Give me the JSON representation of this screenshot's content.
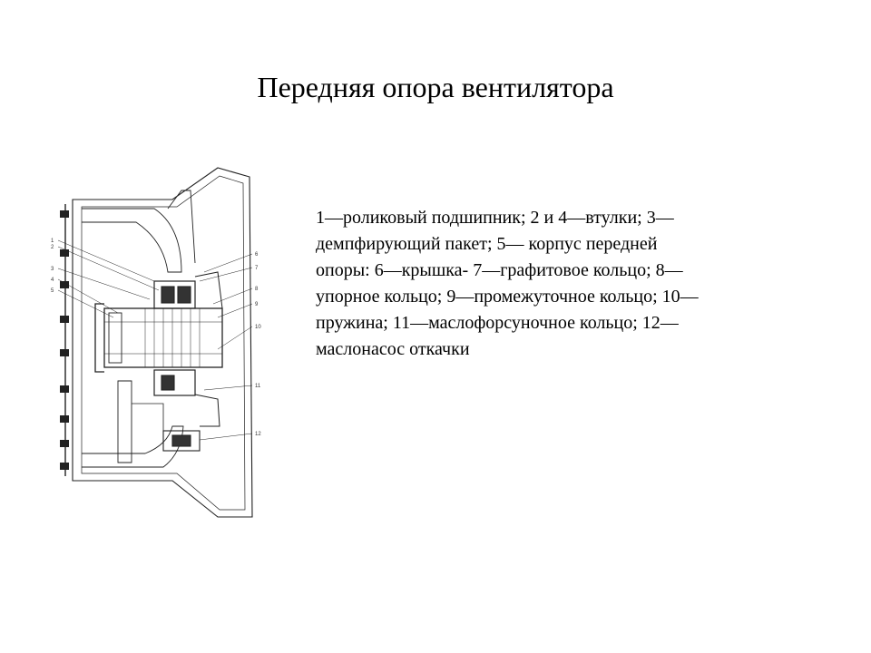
{
  "slide": {
    "title": "Передняя опора вентилятора",
    "legend_lines": [
      "1—роликовый подшипник; 2 и 4—втулки; 3—",
      "демпфирующий пакет; 5— корпус передней",
      "опоры: 6—крышка- 7—графитовое кольцо; 8—",
      "упорное кольцо; 9—промежуточное кольцо; 10—",
      "пружина; 11—маслофорсуночное кольцо; 12—",
      "маслонасос откачки"
    ]
  },
  "drawing": {
    "callout_numbers": [
      "1",
      "2",
      "3",
      "4",
      "5",
      "6",
      "7",
      "8",
      "9",
      "10",
      "11",
      "12"
    ]
  }
}
